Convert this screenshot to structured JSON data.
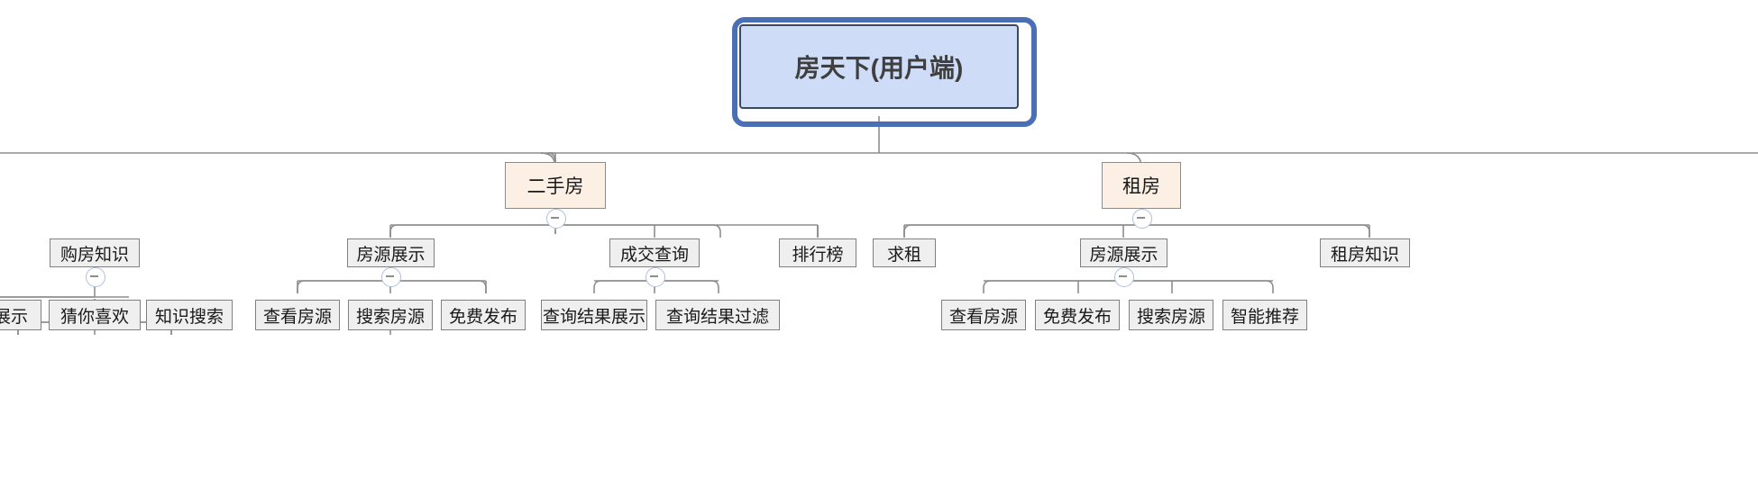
{
  "diagram": {
    "type": "mindmap-tree",
    "title_node": "房天下(用户端)",
    "colors": {
      "root_fill": "#cfdcf7",
      "root_outer_border": "#4a6fb5",
      "root_inner_border": "#3a4a63",
      "category_fill": "#fcefe3",
      "category_border": "#8c8c8c",
      "node_fill": "#efefef",
      "node_border": "#808080",
      "edge": "#8d8d8d",
      "toggle_ring": "#aebfe0",
      "toggle_minus": "#8d8d8d",
      "background": "#ffffff"
    },
    "root": {
      "label": "房天下(用户端)"
    },
    "branches": [
      {
        "label": "购房知识",
        "clipped": true,
        "toggle": "collapse-minus-icon",
        "children": [
          {
            "label": "展示",
            "clipped": true
          },
          {
            "label": "猜你喜欢"
          },
          {
            "label": "知识搜索"
          }
        ]
      },
      {
        "label": "二手房",
        "kind": "category",
        "toggle": "collapse-minus-icon",
        "children": [
          {
            "label": "房源展示",
            "toggle": "collapse-minus-icon",
            "children": [
              {
                "label": "查看房源"
              },
              {
                "label": "搜索房源"
              },
              {
                "label": "免费发布"
              }
            ]
          },
          {
            "label": "成交查询",
            "toggle": "collapse-minus-icon",
            "children": [
              {
                "label": "查询结果展示"
              },
              {
                "label": "查询结果过滤"
              }
            ]
          },
          {
            "label": "排行榜",
            "children": []
          }
        ]
      },
      {
        "label": "租房",
        "kind": "category",
        "toggle": "collapse-minus-icon",
        "children": [
          {
            "label": "求租",
            "children": []
          },
          {
            "label": "房源展示",
            "toggle": "collapse-minus-icon",
            "children": [
              {
                "label": "查看房源"
              },
              {
                "label": "免费发布"
              },
              {
                "label": "搜索房源"
              },
              {
                "label": "智能推荐"
              }
            ]
          },
          {
            "label": "租房知识",
            "children": []
          }
        ]
      }
    ],
    "nodes": {
      "root": {
        "label": "房天下(用户端)"
      },
      "ershoufang": {
        "label": "二手房"
      },
      "zufang": {
        "label": "租房"
      },
      "goufangzhishi": {
        "label": "购房知识"
      },
      "zhanshi_clip": {
        "label": "展示"
      },
      "cainixihuan": {
        "label": "猜你喜欢"
      },
      "zhishisousuo": {
        "label": "知识搜索"
      },
      "fangyuan_a": {
        "label": "房源展示"
      },
      "chakan_a": {
        "label": "查看房源"
      },
      "sousuo_a": {
        "label": "搜索房源"
      },
      "mianfei_a": {
        "label": "免费发布"
      },
      "chengjiaochaxun": {
        "label": "成交查询"
      },
      "jieguo_zhanshi": {
        "label": "查询结果展示"
      },
      "jieguo_guolv": {
        "label": "查询结果过滤"
      },
      "paihangbang": {
        "label": "排行榜"
      },
      "qiuzu": {
        "label": "求租"
      },
      "fangyuan_b": {
        "label": "房源展示"
      },
      "chakan_b": {
        "label": "查看房源"
      },
      "mianfei_b": {
        "label": "免费发布"
      },
      "sousuo_b": {
        "label": "搜索房源"
      },
      "zhinengtuijian": {
        "label": "智能推荐"
      },
      "zufangzhishi": {
        "label": "租房知识"
      }
    }
  }
}
